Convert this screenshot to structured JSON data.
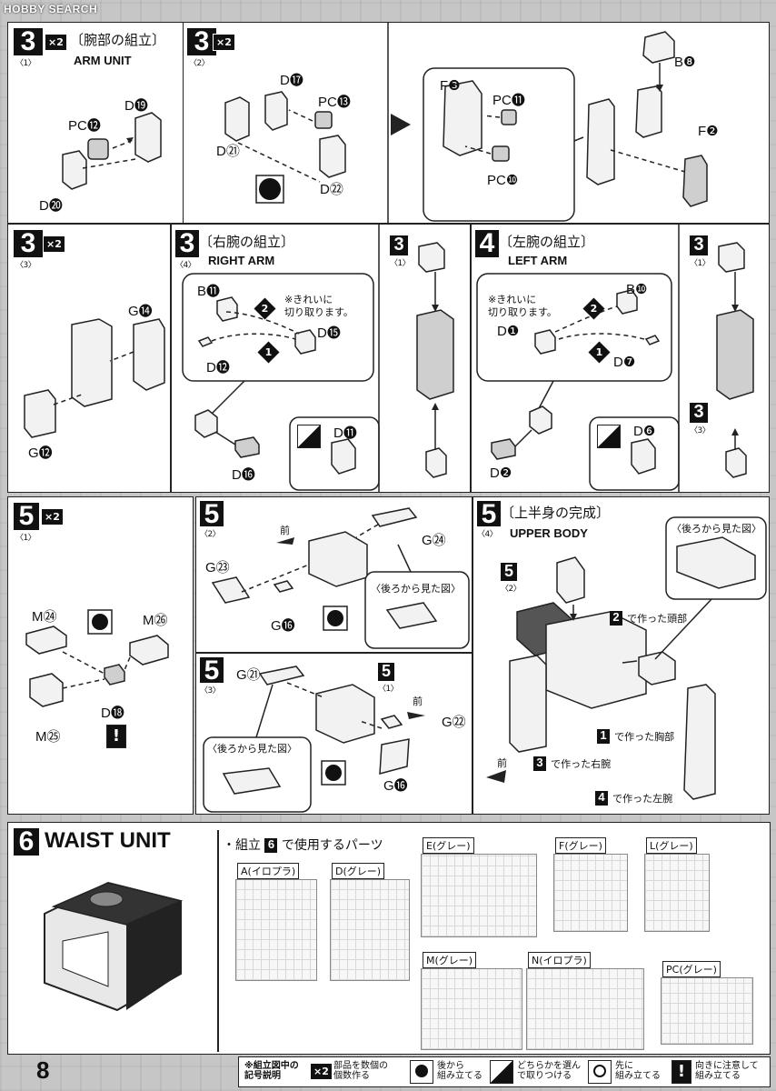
{
  "watermark": "HOBBY SEARCH",
  "page_number": "8",
  "panels": {
    "arm1": {
      "step": "3",
      "sub": "〈1〉",
      "multi": "×2",
      "title_jp": "〔腕部の組立〕",
      "title_en": "ARM UNIT",
      "labels": [
        "D⓳",
        "PC⓬",
        "D⓴"
      ]
    },
    "arm2": {
      "step": "3",
      "sub": "〈2〉",
      "multi": "×2",
      "labels": [
        "D⓱",
        "PC⓭",
        "D㉑",
        "D㉒",
        "F❸",
        "PC⓫",
        "PC❿",
        "B❽",
        "F❷"
      ]
    },
    "arm3": {
      "step": "3",
      "sub": "〈3〉",
      "multi": "×2",
      "labels": [
        "G⓮",
        "G⓬"
      ]
    },
    "right": {
      "step": "3",
      "sub": "〈4〉",
      "title_jp": "〔右腕の組立〕",
      "title_en": "RIGHT ARM",
      "note": "※きれいに\n切り取ります。",
      "labels": [
        "B⓫",
        "D⓯",
        "D⓬",
        "D⓰",
        "D⓫"
      ],
      "ref_step": "3",
      "ref_sub": "〈1〉"
    },
    "left": {
      "step": "4",
      "sub": "",
      "title_jp": "〔左腕の組立〕",
      "title_en": "LEFT ARM",
      "note": "※きれいに\n切り取ります。",
      "labels": [
        "B❿",
        "D❶",
        "D❼",
        "D❷",
        "D❻"
      ],
      "ref_step": "3",
      "ref_sub": "〈1〉",
      "ref2_step": "3",
      "ref2_sub": "〈3〉"
    },
    "p51": {
      "step": "5",
      "sub": "〈1〉",
      "multi": "×2",
      "labels": [
        "M㉔",
        "M㉖",
        "M㉕",
        "D⓲"
      ]
    },
    "p52": {
      "step": "5",
      "sub": "〈2〉",
      "front": "前",
      "back_view": "〈後ろから見た図〉",
      "labels": [
        "G㉓",
        "G㉔",
        "G⓰"
      ]
    },
    "p53": {
      "step": "5",
      "sub": "〈3〉",
      "front": "前",
      "back_view": "〈後ろから見た図〉",
      "labels": [
        "G㉑",
        "G㉒",
        "G⓰"
      ],
      "ref_step": "5",
      "ref_sub": "〈1〉"
    },
    "upper": {
      "step": "5",
      "sub": "〈4〉",
      "title_jp": "〔上半身の完成〕",
      "title_en": "UPPER BODY",
      "back_view": "〈後ろから見た図〉",
      "ref_step": "5",
      "ref_sub": "〈2〉",
      "front": "前",
      "notes": [
        {
          "n": "2",
          "t": "で作った頭部"
        },
        {
          "n": "1",
          "t": "で作った胸部"
        },
        {
          "n": "3",
          "t": "で作った右腕"
        },
        {
          "n": "4",
          "t": "で作った左腕"
        }
      ]
    },
    "waist": {
      "step": "6",
      "title": "WAIST UNIT",
      "parts_title_pre": "・組立",
      "parts_title_num": "6",
      "parts_title_post": "で使用するパーツ",
      "sheets": [
        "A(イロプラ)",
        "D(グレー)",
        "E(グレー)",
        "F(グレー)",
        "L(グレー)",
        "M(グレー)",
        "N(イロプラ)",
        "PC(グレー)"
      ]
    }
  },
  "legend": {
    "title": "※組立図中の\n記号説明",
    "items": [
      {
        "icon": "×2",
        "text": "部品を数個の\n個数作る"
      },
      {
        "icon": "back",
        "text": "後から\n組み立てる"
      },
      {
        "icon": "either",
        "text": "どちらかを選ん\nで取りつける"
      },
      {
        "icon": "first",
        "text": "先に\n組み立てる"
      },
      {
        "icon": "!",
        "text": "向きに注意して\n組み立てる"
      }
    ]
  }
}
